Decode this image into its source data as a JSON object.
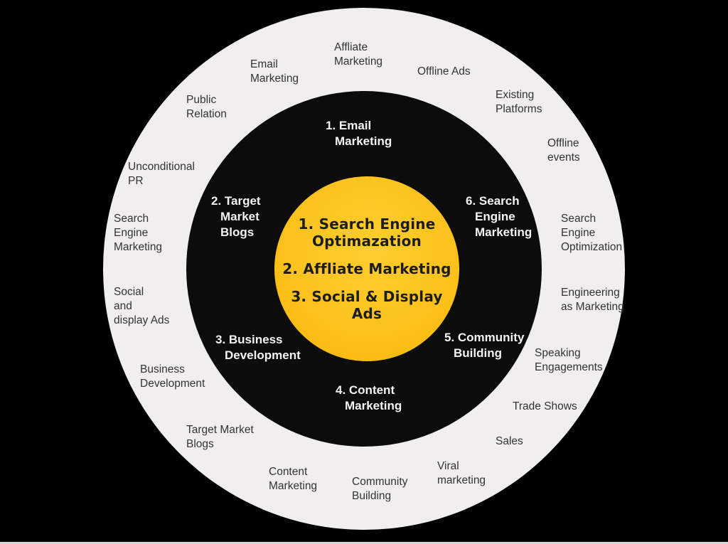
{
  "diagram": {
    "title_hint": "bullseye-marketing-framework",
    "colors": {
      "background": "#000000",
      "outer_ring": "#f0efed",
      "inner_ring": "#0c0c0c",
      "center_gradient_light": "#ffce2e",
      "center_gradient_dark": "#f7b503",
      "outer_label_text": "#333333",
      "inner_label_text": "#f4f4f4",
      "center_label_text": "#1d1d1d",
      "bottom_strip": "#d6d6d6"
    },
    "outer_ring": {
      "labels": [
        "Email\nMarketing",
        "Affliate\nMarketing",
        "Offline Ads",
        "Public\nRelation",
        "Existing\nPlatforms",
        "Unconditional\nPR",
        "Offline\nevents",
        "Search\nEngine\nMarketing",
        "Search\nEngine\nOptimization",
        "Social\nand\ndisplay Ads",
        "Engineering\nas Marketing",
        "Business\nDevelopment",
        "Speaking\nEngagements",
        "Target Market\nBlogs",
        "Trade Shows",
        "Sales",
        "Content\nMarketing",
        "Community\nBuilding",
        "Viral\nmarketing"
      ]
    },
    "inner_ring": {
      "labels": [
        "1. Email\nMarketing",
        "2. Target\nMarket\nBlogs",
        "6. Search\nEngine\nMarketing",
        "3. Business\nDevelopment",
        "5. Community\nBuilding",
        "4. Content\nMarketing"
      ]
    },
    "center": {
      "items": [
        "1. Search Engine\nOptimazation",
        "2. Affliate Marketing",
        "3. Social & Display\nAds"
      ]
    }
  }
}
